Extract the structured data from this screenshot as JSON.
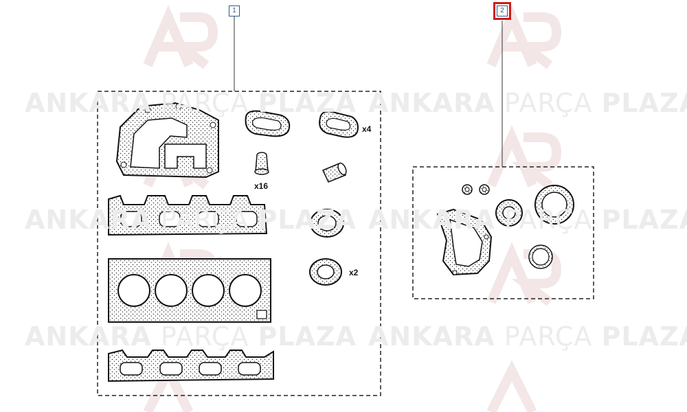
{
  "watermark": {
    "brand_bold": "ANKARA",
    "brand_light": "PARÇA",
    "brand_bold2": "PLAZA",
    "logo_icon": "ap-logo-icon"
  },
  "callouts": [
    {
      "label": "1",
      "selected": false
    },
    {
      "label": "2",
      "selected": true
    }
  ],
  "quantities": {
    "intake_gasket_qty": "x4",
    "valve_seal_qty": "x16",
    "oil_seal_qty": "x2"
  },
  "colors": {
    "selection_outline": "#d11b1b",
    "callout_border": "#2c5a86",
    "watermark": "#ececec"
  }
}
